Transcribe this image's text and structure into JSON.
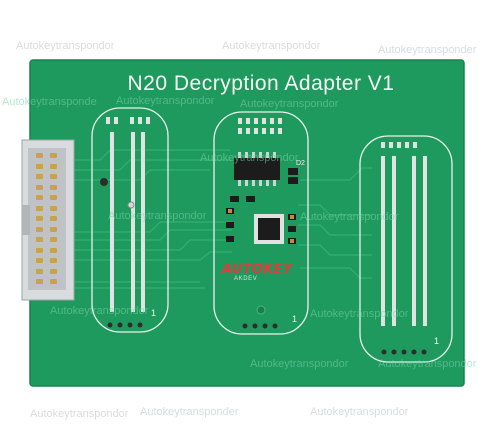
{
  "board": {
    "title": "N20 Decryption Adapter V1",
    "colors": {
      "pcb": "#1f9a5e",
      "silkscreen": "#eef3ee",
      "pad": "#dfe4e2",
      "connector": "#d9dcdf"
    }
  },
  "logo": {
    "text": "AUTOKEY",
    "subtext": "AKDEV"
  },
  "silkscreen_labels": {
    "left_pin1": "1",
    "mid_pin1": "1",
    "right_pin1": "1",
    "d2": "D2"
  },
  "watermark": {
    "text": "Autokeytranspondor",
    "text_alt": "Autokeytransponder",
    "text_short": "Autokeytransponde"
  }
}
